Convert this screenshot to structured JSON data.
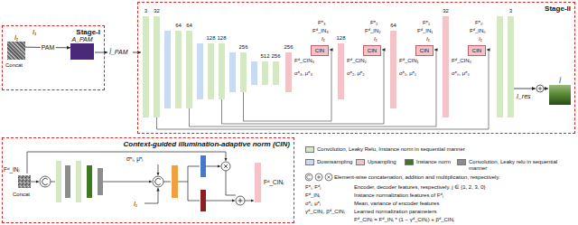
{
  "diagram": {
    "nodes": [
      {
        "text": [
          "Stage-I"
        ]
      },
      {
        "text": [
          "I₁"
        ],
        "in": 0
      },
      {
        "text": [
          "A_PAM"
        ],
        "in": 0
      },
      {
        "text": [
          "Stage-II"
        ]
      },
      {
        "text": [
          "CIN"
        ],
        "in": 3
      },
      {
        "text": [
          "CIN"
        ],
        "in": 3
      },
      {
        "text": [
          "CIN"
        ],
        "in": 3
      },
      {
        "text": [
          "CIN"
        ],
        "in": 3
      },
      {
        "text": [
          "Î"
        ],
        "in": 3
      },
      {
        "text": [
          "Context-guided illumination-adaptive norm (CIN)"
        ]
      }
    ],
    "edges": [
      {
        "from": 1,
        "to": 2,
        "arrow": "to",
        "label": "PAM"
      }
    ],
    "labels": [
      "I₁",
      "Concat",
      "Î_PAM",
      "3",
      "32",
      "64",
      "64",
      "128",
      "128",
      "256",
      "512",
      "256",
      "256",
      "128",
      "64",
      "32",
      "3",
      "Fᵉ₃",
      "Fᵈ_IN₃",
      "I₁",
      "Fᵈ_CIN₃",
      "σᵉ₃, μᵉ₃",
      "Fᵉ₂",
      "Fᵈ_IN₂",
      "I₁",
      "Fᵈ_CIN₂",
      "σᵉ₂, μᵉ₂",
      "Fᵉ₁",
      "Fᵈ_IN₁",
      "I₁",
      "Fᵈ_CIN₁",
      "σᵉ₁, μᵉ₁",
      "Fᵉ₀",
      "Fᵈ_IN₀",
      "I₁",
      "Fᵈ_CIN₀",
      "σᵉ₀, μᵉ₀",
      "I_res",
      "Fᵈ_INⱼ",
      "Concat",
      "σᵉⱼ, μᵉⱼ",
      "I₁",
      "Fᵈ_CINⱼ",
      "Fᵉⱼ, Fᵈⱼ",
      "Encoder, decoder features, respectively. j ∈ {1, 2, 3, 0}",
      "Fᵈ_INⱼ",
      "Instance normalization features of Fᵈⱼ",
      "σᵉⱼ, μᵉⱼ",
      "Mean, variance of encoder features",
      "γᵈ_CINⱼ, βᵈ_CINⱼ",
      "Learned normalization parameters",
      "Fᵈ_CINⱼ = Fᵈ_INⱼ * (1 − γᵈ_CINⱼ) + βᵈ_CINⱼ"
    ],
    "legend": [
      {
        "text": "Convolution, Leaky Relu, Instance norm in sequential manner",
        "color": "#d5e8c4"
      },
      {
        "text": "Downsampling",
        "color": "#c9dbf2"
      },
      {
        "text": "Upsampling",
        "color": "#f3c3c8"
      },
      {
        "text": "Instance norm",
        "color": "#3d7a1f"
      },
      {
        "text": "Convolution, Leaky relu in sequential manner",
        "color": "#8d8d8d"
      },
      {
        "text": "Element-wise concatenation, addition and multiplication, respectively."
      }
    ]
  }
}
